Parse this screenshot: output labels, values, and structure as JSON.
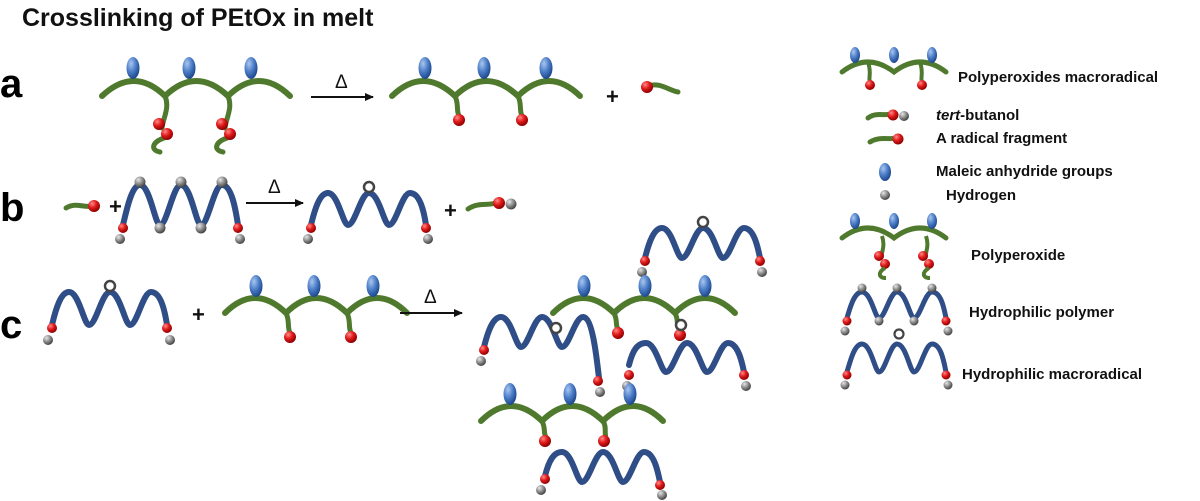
{
  "title": "Crosslinking of PEtOx in melt",
  "panels": {
    "a": "a",
    "b": "b",
    "c": "c"
  },
  "arrow_label": "Δ",
  "plus": "+",
  "legend": {
    "polyperoxides_macroradical": "Polyperoxides macroradical",
    "tert_italic": "tert",
    "butanol_rest": "-butanol",
    "radical_fragment": "A radical fragment",
    "maleic_anhydride": "Maleic anhydride groups",
    "hydrogen": "Hydrogen",
    "polyperoxide": "Polyperoxide",
    "hydrophilic_polymer": "Hydrophilic polymer",
    "hydrophilic_macroradical": "Hydrophilic macroradical"
  },
  "colors": {
    "green_chain": "#4f7a2e",
    "blue_chain": "#2f4d86",
    "maleic_blue": "#4a7cc6",
    "oxygen_red": "#d9141b",
    "hydrogen_grey": "#8f8f8f"
  }
}
